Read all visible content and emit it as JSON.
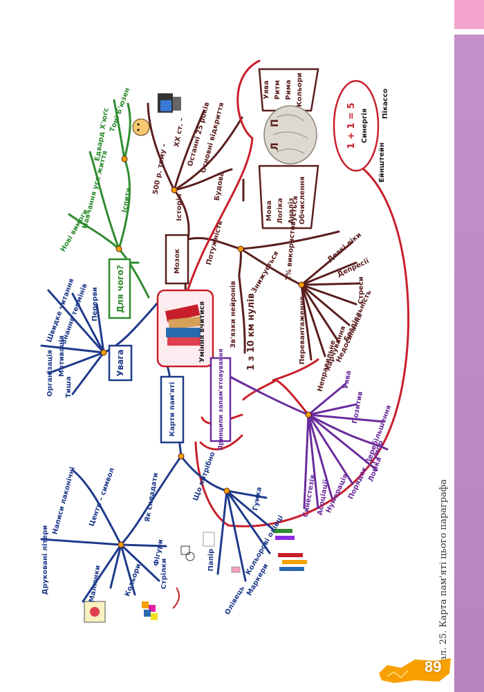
{
  "caption": "Мал. 25. Карта пам'яті цього параграфа",
  "page_number": "89",
  "colors": {
    "red": "#c81e2a",
    "purple": "#6a2b9c",
    "blue": "#1e3a8a",
    "green": "#2e8b2e",
    "maroon": "#5a1e1e",
    "orange": "#f7a000",
    "sidebar": "#c58fcb",
    "sidebar_top": "#f2a3cc"
  },
  "center": {
    "label": "Уміння вчитися",
    "icon": "books-icon"
  },
  "branches": {
    "mozok": {
      "label": "Мозок",
      "potuzhnist": "Потужність",
      "usage": "1% використовується",
      "neurons": "Зв'язки нейронів",
      "count": "1 з 10 км нулів",
      "harms_title": "Знижується",
      "harms": [
        "Деякі ліки",
        "Депресії",
        "Стреси",
        "Бездіяльність",
        "Недосипання",
        "Харчування",
        "Неправильне",
        "Перевантаження"
      ],
      "history": "Історія",
      "history_items": [
        "500 р. тому –",
        "XX ст. –",
        "Останні 25 років",
        "Основні відкриття",
        "Будова"
      ],
      "left": "Л",
      "right": "П",
      "left_items": [
        "Мова",
        "Логіка",
        "Аналіз",
        "Обчислення"
      ],
      "right_items": [
        "Уява",
        "Ритм",
        "Рима",
        "Кольори"
      ],
      "synergy": "1 + 1 = 5",
      "synergy_label": "Синергія",
      "einstein": "Ейнштейн",
      "picasso": "Пікассо"
    },
    "uvaga": {
      "label": "Увага",
      "items": [
        "Перерви",
        "Знання термінів",
        "Швидке читання",
        "Мотивація",
        "Організація",
        "Тиша"
      ]
    },
    "dlya_chogo": {
      "label": "Для чого?",
      "items": [
        "Нові вимоги",
        "Навчання усе життя",
        "Іспити",
        "Едвард Х'юґс",
        "Тоні Б'юзен"
      ]
    },
    "karty": {
      "label": "Карти пам'яті",
      "how": "Як складати",
      "how_items": [
        "Центр – символ",
        "Написи лаконічні",
        "Друковані літери",
        "Фігури",
        "Стрілки",
        "Кольори",
        "Малюнки"
      ],
      "need": "Що потрібно",
      "need_items": [
        "Гумка",
        "Кольорові олівці",
        "Маркери",
        "Олівець",
        "Папір"
      ]
    },
    "pryntsypy": {
      "label": "Принципи запам'ятовування",
      "items": [
        "Уява",
        "Позитив",
        "Перебільшення",
        "Гумор",
        "Логіка",
        "Порядок",
        "Нумерація",
        "Асоціації",
        "Синестезія"
      ]
    }
  }
}
